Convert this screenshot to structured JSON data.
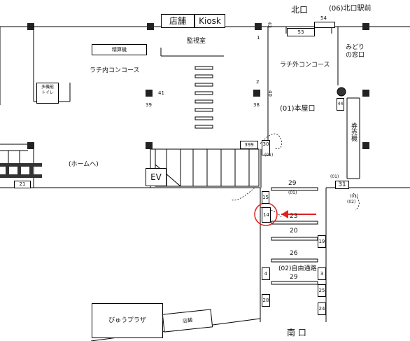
{
  "labels": {
    "store_top": "店舗",
    "kiosk": "Kiosk",
    "north_exit": "北口",
    "north_exit_station": "(06)北口駅前",
    "fare_adjust": "精算機",
    "monitor_room": "監視室",
    "inside_concourse": "ラチ内コンコース",
    "outside_concourse": "ラチ外コンコース",
    "midori_window": "みどり\nの窓口",
    "multi_toilet": "多機能\nトイレ",
    "main_gate": "(01)本屋口",
    "ticket_machine": "券売機",
    "to_platform": "(ホームへ)",
    "ev": "EV",
    "free_passage": "(02)自由通路",
    "south_exit": "南 口",
    "view_plaza": "びゅうプラザ",
    "store_bottom": "店舗"
  },
  "numbers": {
    "n43": "43",
    "n1": "1",
    "n53": "53",
    "n54": "54",
    "n41": "41",
    "n39": "39",
    "n2": "2",
    "n40": "40",
    "n38": "38",
    "n44": "44",
    "n399": "399",
    "n30": "30",
    "n29a": "29",
    "n01a": "(01)",
    "n31": "31",
    "n01b": "(01)",
    "n01c": "(01)",
    "n02a": "(02)",
    "n01d": "(01)",
    "n15": "15",
    "n14": "14",
    "n23": "23",
    "n20": "20",
    "n19": "19",
    "n26": "26",
    "n4": "4",
    "n3": "3",
    "n29b": "29",
    "n25": "25",
    "n28": "28",
    "n24": "24",
    "n21": "21"
  },
  "colors": {
    "highlight": "#e02020",
    "line": "#000000",
    "pillar": "#222222"
  },
  "annotations": {
    "highlighted_item": "14"
  }
}
